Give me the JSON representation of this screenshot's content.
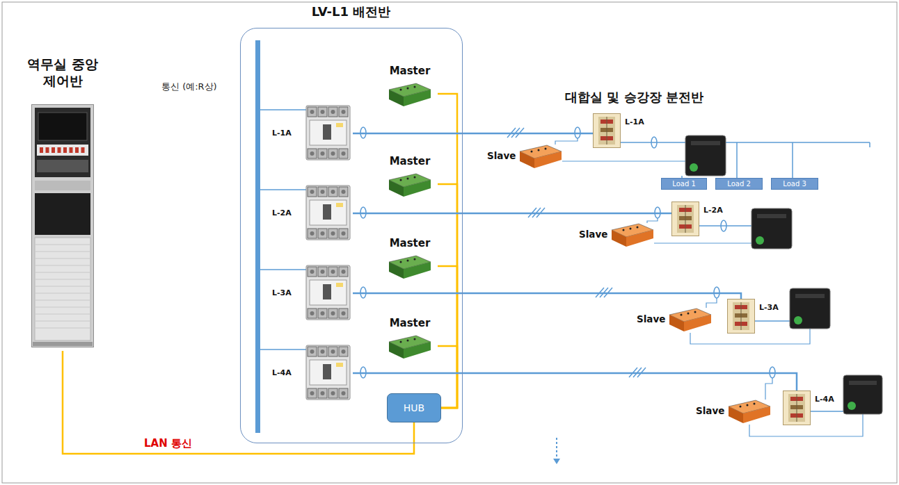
{
  "diagram": {
    "nodes": [
      {
        "text": [
          "역무실 중앙제어반"
        ]
      },
      {
        "text": [
          "LV-L1 배전반"
        ]
      },
      {
        "text": [
          "L-1A"
        ],
        "in": 1
      },
      {
        "text": [
          "Master"
        ],
        "in": 1
      },
      {
        "text": [
          "L-2A"
        ],
        "in": 1
      },
      {
        "text": [
          "Master"
        ],
        "in": 1
      },
      {
        "text": [
          "L-3A"
        ],
        "in": 1
      },
      {
        "text": [
          "Master"
        ],
        "in": 1
      },
      {
        "text": [
          "L-4A"
        ],
        "in": 1
      },
      {
        "text": [
          "Master"
        ],
        "in": 1
      },
      {
        "text": [
          "HUB"
        ],
        "in": 1
      },
      {
        "text": [
          "Slave"
        ]
      },
      {
        "text": [
          "L-1A"
        ]
      },
      {
        "text": [
          "Slave"
        ]
      },
      {
        "text": [
          "L-2A"
        ]
      },
      {
        "text": [
          "Slave"
        ]
      },
      {
        "text": [
          "L-3A"
        ]
      },
      {
        "text": [
          "Slave"
        ]
      },
      {
        "text": [
          "L-4A"
        ]
      },
      {
        "text": [
          "Load 1"
        ]
      },
      {
        "text": [
          "Load 2"
        ]
      },
      {
        "text": [
          "Load 3"
        ]
      }
    ],
    "edges": [
      {
        "from": 3,
        "to": 10,
        "arrow": "none"
      },
      {
        "from": 5,
        "to": 10,
        "arrow": "none"
      },
      {
        "from": 7,
        "to": 10,
        "arrow": "none"
      },
      {
        "from": 9,
        "to": 10,
        "arrow": "none"
      },
      {
        "from": 0,
        "to": 10,
        "label": "LAN 통신",
        "arrow": "none"
      },
      {
        "from": 2,
        "to": 12,
        "arrow": "none"
      },
      {
        "from": 4,
        "to": 14,
        "arrow": "none"
      },
      {
        "from": 6,
        "to": 16,
        "arrow": "none"
      },
      {
        "from": 8,
        "to": 18,
        "arrow": "none"
      }
    ],
    "labels": [
      "통신 (예:R상)",
      "대합실 및 승강장 분전반"
    ]
  }
}
